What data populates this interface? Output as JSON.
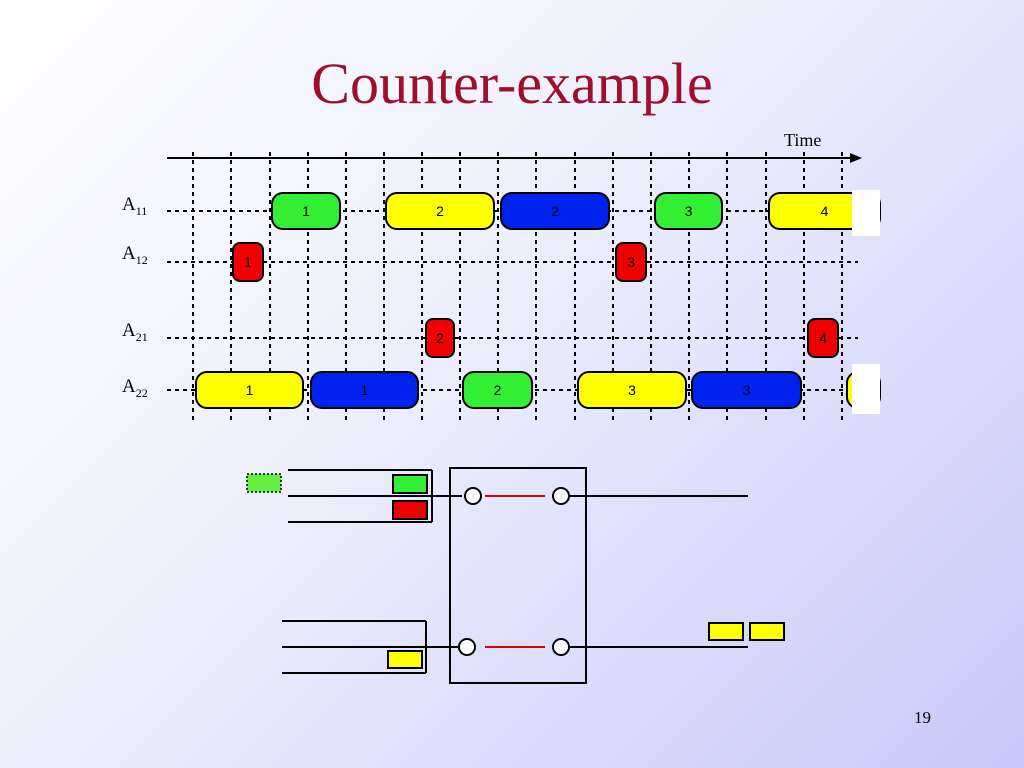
{
  "title": "Counter-example",
  "time_label": "Time",
  "page_number": "19",
  "rows": [
    {
      "id": "a11",
      "label": "A",
      "sub": "11"
    },
    {
      "id": "a12",
      "label": "A",
      "sub": "12"
    },
    {
      "id": "a21",
      "label": "A",
      "sub": "21"
    },
    {
      "id": "a22",
      "label": "A",
      "sub": "22"
    }
  ],
  "packets": [
    {
      "row": "a11",
      "color": "green",
      "label": "1"
    },
    {
      "row": "a11",
      "color": "yellow",
      "label": "2"
    },
    {
      "row": "a11",
      "color": "blue",
      "label": "2"
    },
    {
      "row": "a11",
      "color": "green",
      "label": "3"
    },
    {
      "row": "a11",
      "color": "yellow",
      "label": "4"
    },
    {
      "row": "a12",
      "color": "red",
      "label": "1"
    },
    {
      "row": "a12",
      "color": "red",
      "label": "3"
    },
    {
      "row": "a21",
      "color": "red",
      "label": "2"
    },
    {
      "row": "a21",
      "color": "red",
      "label": "4"
    },
    {
      "row": "a22",
      "color": "yellow",
      "label": "1"
    },
    {
      "row": "a22",
      "color": "blue",
      "label": "1"
    },
    {
      "row": "a22",
      "color": "green",
      "label": "2"
    },
    {
      "row": "a22",
      "color": "yellow",
      "label": "3"
    },
    {
      "row": "a22",
      "color": "blue",
      "label": "3"
    },
    {
      "row": "a22",
      "color": "yellow",
      "label": ""
    }
  ],
  "colors": {
    "green": "#33ee33",
    "yellow": "#ffff00",
    "blue": "#0022ee",
    "red": "#ee0000",
    "title": "#a10d2d",
    "crossbar": "#dd0000",
    "queued_green": "#66ee44"
  },
  "switch_diagram": {
    "input_queues": [
      {
        "cells": [
          "green",
          "red"
        ]
      },
      {
        "cells": [
          "yellow"
        ]
      }
    ],
    "waiting_cell": "green",
    "output_cells": [
      "yellow",
      "yellow"
    ]
  }
}
